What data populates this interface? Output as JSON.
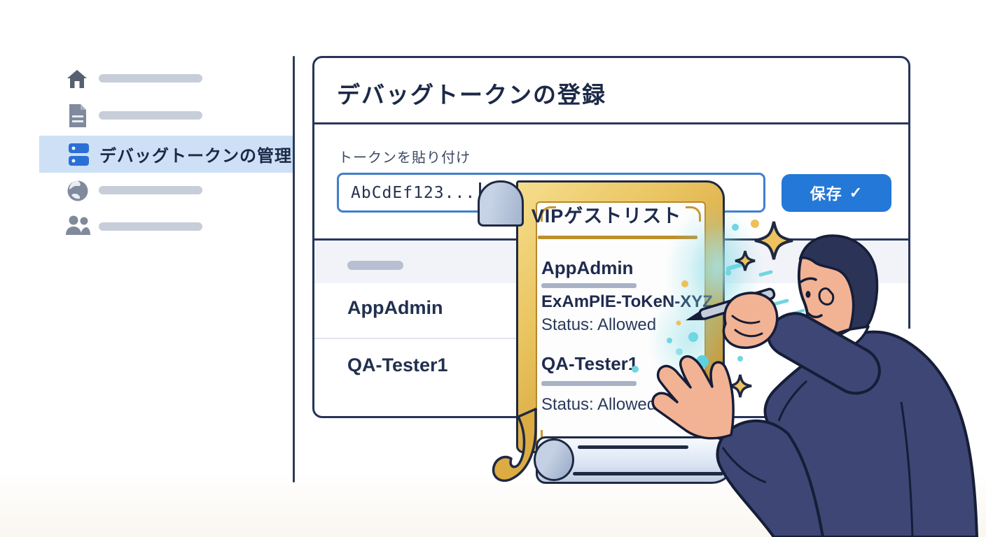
{
  "sidebar": {
    "items": [
      {
        "icon": "home-icon",
        "label": "",
        "active": false
      },
      {
        "icon": "document-icon",
        "label": "",
        "active": false
      },
      {
        "icon": "server-icon",
        "label": "デバッグトークンの管理",
        "active": true
      },
      {
        "icon": "globe-icon",
        "label": "",
        "active": false
      },
      {
        "icon": "people-icon",
        "label": "",
        "active": false
      }
    ]
  },
  "panel": {
    "title": "デバッグトークンの登録",
    "form": {
      "label": "トークンを貼り付け",
      "input_value": "AbCdEf123...",
      "save_label": "保存",
      "save_check": "✓"
    },
    "table": {
      "rows": [
        "AppAdmin",
        "QA-Tester1"
      ]
    }
  },
  "scroll": {
    "title": "VIPゲストリスト",
    "entries": [
      {
        "name": "AppAdmin",
        "token": "ExAmPlE-ToKeN-XYZ",
        "status": "Status: Allowed"
      },
      {
        "name": "QA-Tester1",
        "status": "Status: Allowed"
      }
    ]
  },
  "colors": {
    "accent_blue": "#2478d8",
    "input_border_blue": "#3f7fd0",
    "active_highlight": "#cde0f6",
    "navy_text": "#1c2947",
    "outline_navy": "#1f2943",
    "suit_navy": "#3d4674",
    "gold": "#e9c35f",
    "gold_dark": "#bd8e2c",
    "teal_sparkle": "#6fd6e2",
    "skin": "#f2b394",
    "skeleton_gray": "#c7ceda"
  }
}
